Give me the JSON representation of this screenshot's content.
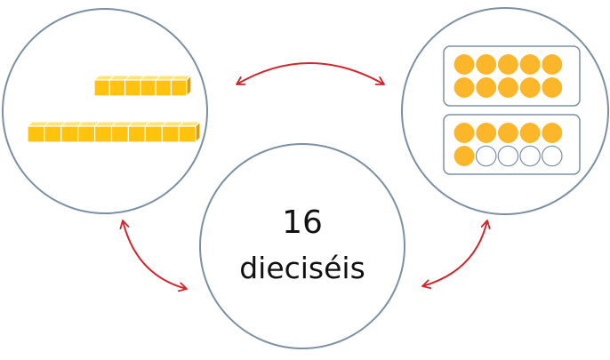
{
  "center": {
    "number": "16",
    "word": "dieciséis"
  },
  "cubes": {
    "short_bar_count": 6,
    "long_bar_count": 10
  },
  "ten_frames": {
    "top_filled": 10,
    "bottom_filled": 6,
    "cells_per_frame": 10
  },
  "colors": {
    "circle_stroke": "#7b90a4",
    "arrow": "#d0262e",
    "cube_face": "#ffc20e",
    "cube_top": "#ffe27a",
    "cube_side": "#e39b00",
    "cube_edge": "#ffffff",
    "counter_fill": "#fbb62a",
    "frame_stroke": "#7b90a4"
  }
}
